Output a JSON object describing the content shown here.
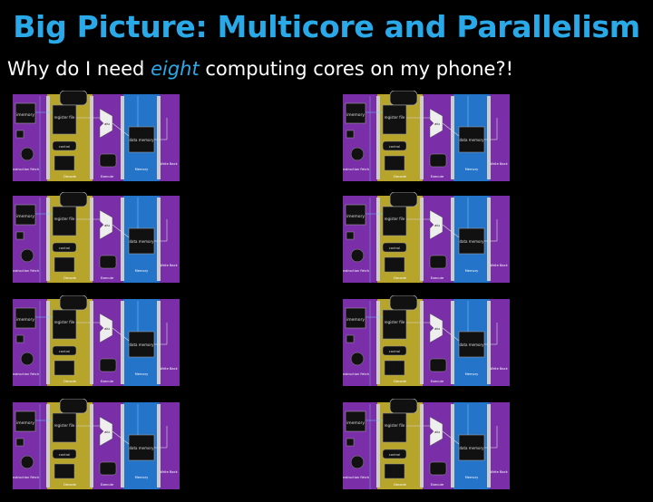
{
  "slide": {
    "title": "Big Picture: Multicore and Parallelism",
    "subtitle": {
      "before": "Why do I need ",
      "emph": "eight",
      "after": " computing cores on my phone?!"
    }
  },
  "core_diagram": {
    "labels": {
      "imem": "imemory",
      "regfile": "register file",
      "alu": "alu",
      "dmem": "data memory",
      "control": "control",
      "stage_fetch": "Instruction Fetch",
      "stage_decode": "Decode",
      "stage_execute": "Execute",
      "stage_memory": "Memory",
      "stage_writeback": "Write Back"
    },
    "colors": {
      "fetch": "#7a2fa8",
      "decode": "#b7a42a",
      "execute": "#7a2fa8",
      "memory": "#2474c9",
      "writeback": "#7a2fa8",
      "block": "#111111"
    },
    "count": 8
  }
}
